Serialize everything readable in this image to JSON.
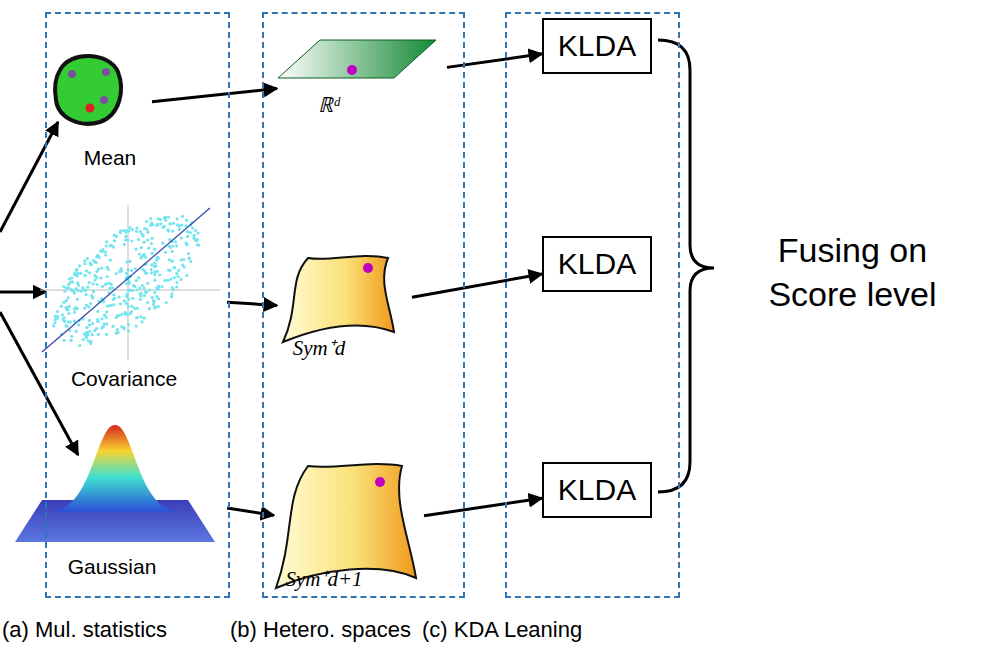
{
  "diagram": {
    "nodes": [
      {
        "text": [
          "(a) Mul. statistics"
        ]
      },
      {
        "text": [
          "Mean"
        ],
        "in": 0
      },
      {
        "text": [
          "Covariance"
        ],
        "in": 0
      },
      {
        "text": [
          "Gaussian"
        ],
        "in": 0
      },
      {
        "text": [
          "(b) Hetero. spaces"
        ]
      },
      {
        "text": [
          "ℝᵈ"
        ],
        "in": 4
      },
      {
        "text": [
          "Sym⁺d"
        ],
        "in": 4
      },
      {
        "text": [
          "Sym⁺d+1"
        ],
        "in": 4
      },
      {
        "text": [
          "(c) KDA Leaning"
        ]
      },
      {
        "text": [
          "KLDA"
        ],
        "in": 8
      },
      {
        "text": [
          "KLDA"
        ],
        "in": 8
      },
      {
        "text": [
          "KLDA"
        ],
        "in": 8
      }
    ],
    "edges": [
      {
        "from": 1,
        "to": 5,
        "arrow": "to"
      },
      {
        "from": 2,
        "to": 6,
        "arrow": "to"
      },
      {
        "from": 3,
        "to": 7,
        "arrow": "to"
      },
      {
        "from": 5,
        "to": 9,
        "arrow": "to"
      },
      {
        "from": 6,
        "to": 10,
        "arrow": "to"
      },
      {
        "from": 7,
        "to": 11,
        "arrow": "to"
      }
    ],
    "labels": [
      "Fusing on Score level"
    ]
  }
}
